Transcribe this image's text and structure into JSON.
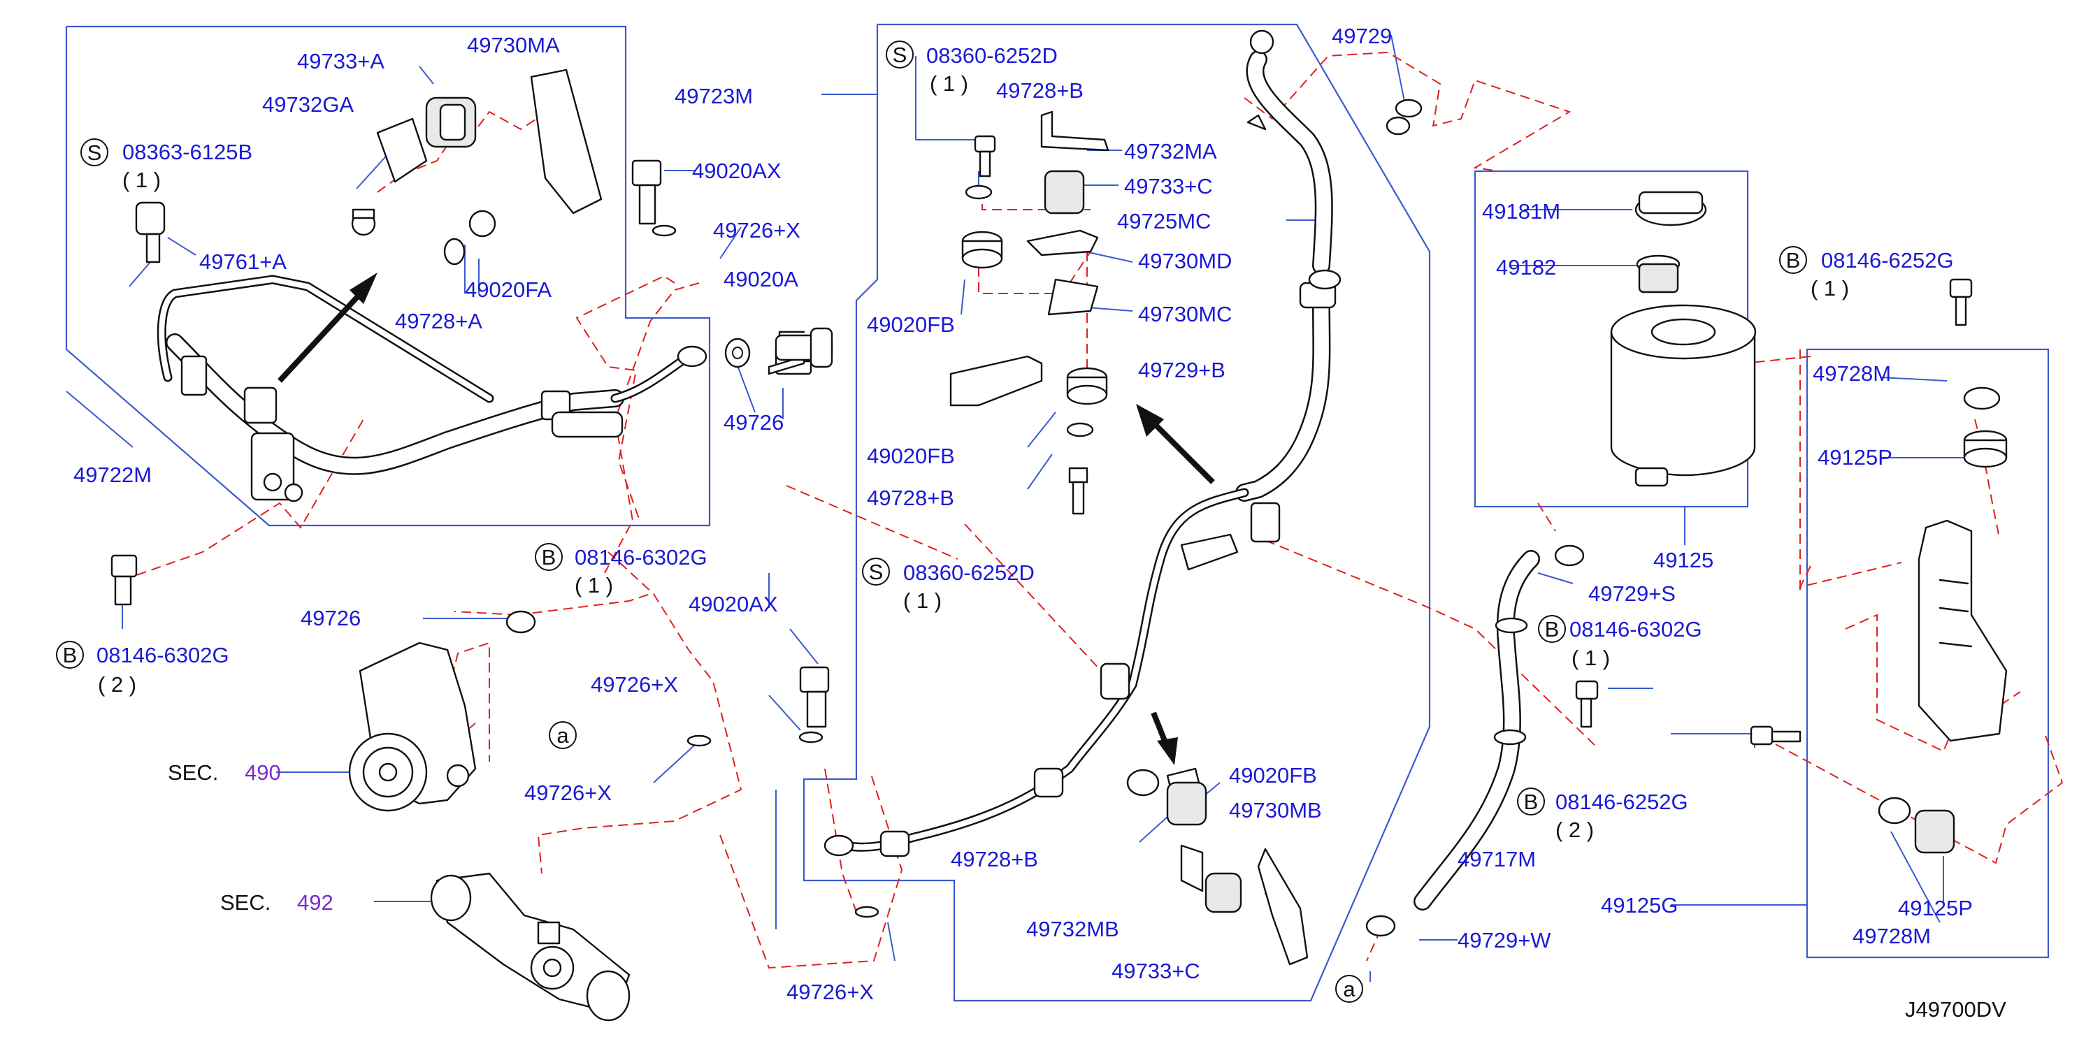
{
  "diagram_code": "J49700DV",
  "labels": {
    "p49733A": "49733+A",
    "p49730MA": "49730MA",
    "p49732GA": "49732GA",
    "p08363": "08363-6125B",
    "q1a": "( 1 )",
    "p49761A": "49761+A",
    "p49728A": "49728+A",
    "p49020FA": "49020FA",
    "p49722M": "49722M",
    "p49723M": "49723M",
    "p49020AX1": "49020AX",
    "p49726X1": "49726+X",
    "p49020A": "49020A",
    "p49726a": "49726",
    "p08146_6302G_a": "08146-6302G",
    "q2a": "( 2 )",
    "p08146_6302G_b": "08146-6302G",
    "q1b": "( 1 )",
    "p49726b": "49726",
    "p49726X2": "49726+X",
    "p49726X3": "49726+X",
    "p49020AX2": "49020AX",
    "sec1": "SEC.",
    "sec1num": "490",
    "sec2": "SEC.",
    "sec2num": "492",
    "p49726X4": "49726+X",
    "p08360a": "08360-6252D",
    "q1c": "( 1 )",
    "p49728B1": "49728+B",
    "p49732MA": "49732MA",
    "p49733C1": "49733+C",
    "p49725MC": "49725MC",
    "p49730MD": "49730MD",
    "p49020FB1": "49020FB",
    "p49730MC": "49730MC",
    "p49729B": "49729+B",
    "p49020FB2": "49020FB",
    "p49728B2": "49728+B",
    "p08360b": "08360-6252D",
    "q1d": "( 1 )",
    "p49020FB3": "49020FB",
    "p49730MB": "49730MB",
    "p49728B3": "49728+B",
    "p49732MB": "49732MB",
    "p49733C2": "49733+C",
    "p49729": "49729",
    "p49181M": "49181M",
    "p49182": "49182",
    "p08146_6252G_a": "08146-6252G",
    "q1e": "( 1 )",
    "p49728M1": "49728M",
    "p49125P1": "49125P",
    "p49125": "49125",
    "p49729S": "49729+S",
    "p08146_6302G_c": "08146-6302G",
    "q1f": "( 1 )",
    "p08146_6252G_b": "08146-6252G",
    "q2b": "( 2 )",
    "p49717M": "49717M",
    "p49125G": "49125G",
    "p49125P2": "49125P",
    "p49728M2": "49728M",
    "p49729W": "49729+W",
    "a1": "a",
    "a2": "a"
  },
  "symbols": {
    "S": "S",
    "B": "B"
  },
  "colors": {
    "label": "#1a1ad6",
    "section": "#7a2ad0",
    "frame": "#3a5ad0",
    "dashed": "#e02020",
    "line": "#111111"
  },
  "icons": [
    "arrow-icon",
    "bolt-icon",
    "clamp-icon",
    "grommet-icon",
    "washer-icon",
    "bracket-icon",
    "reservoir-icon",
    "pump-icon",
    "gear-box-icon"
  ]
}
